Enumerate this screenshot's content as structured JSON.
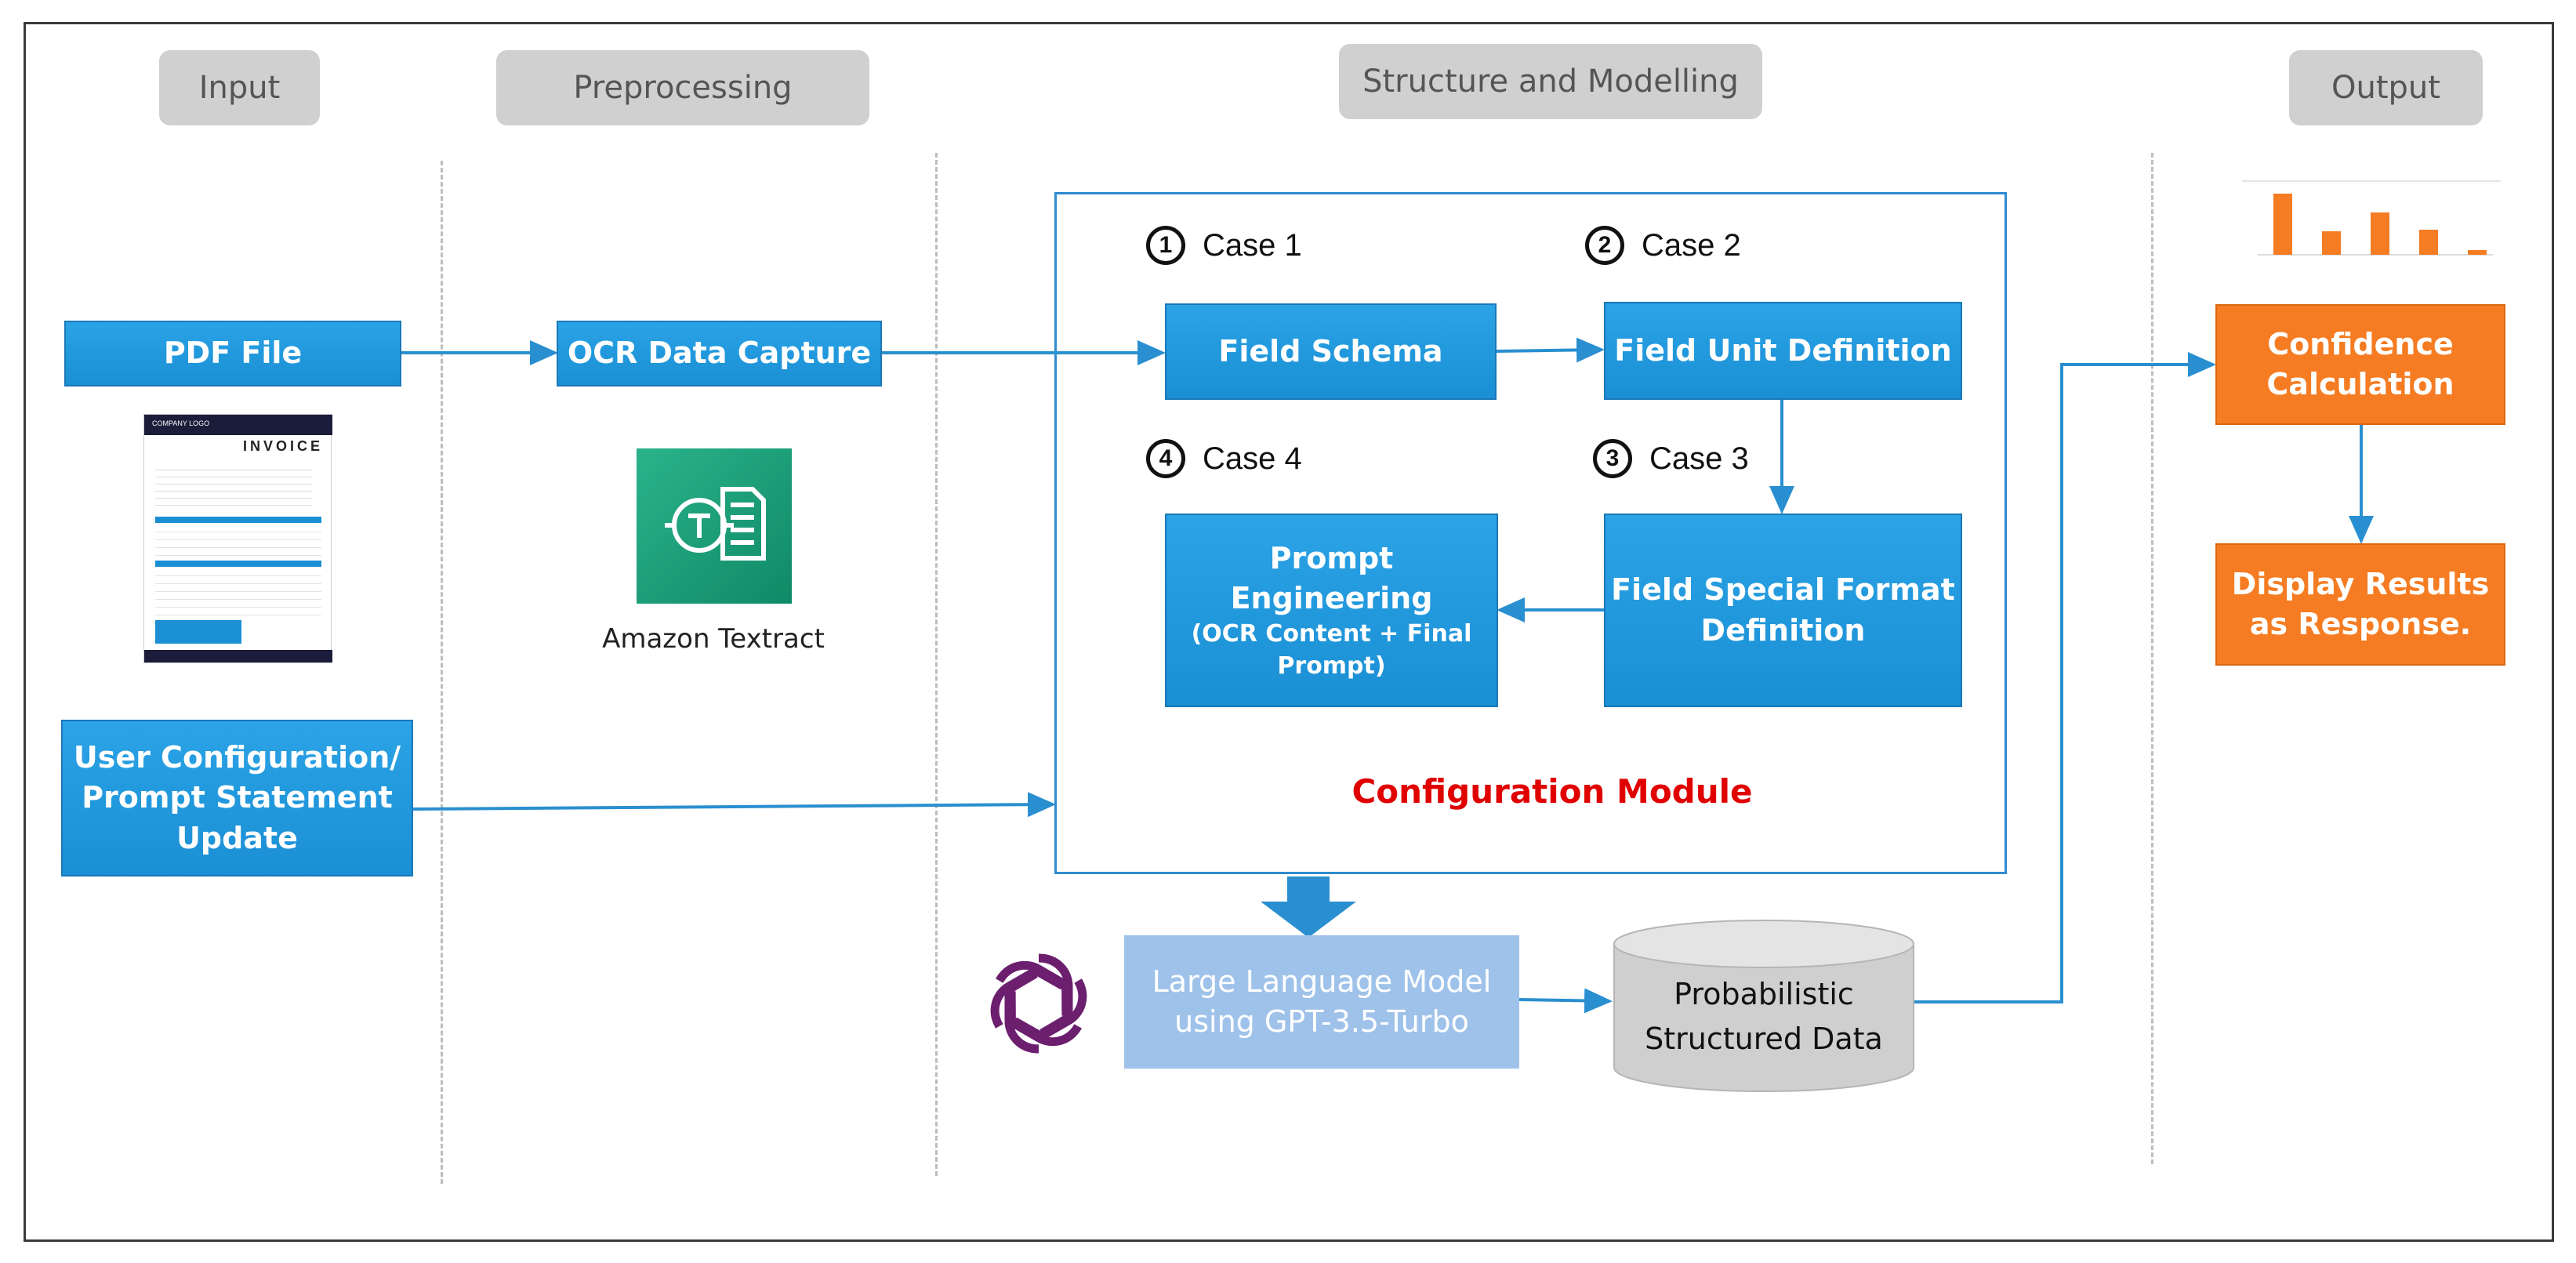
{
  "phases": {
    "input": "Input",
    "preprocessing": "Preprocessing",
    "structure": "Structure and Modelling",
    "output": "Output"
  },
  "nodes": {
    "pdf_file": "PDF File",
    "ocr_capture": "OCR Data Capture",
    "textract_label": "Amazon Textract",
    "user_config_1": "User Configuration/",
    "user_config_2": "Prompt Statement",
    "user_config_3": "Update",
    "field_schema": "Field Schema",
    "field_unit": "Field Unit Definition",
    "special_format_1": "Field Special Format",
    "special_format_2": "Definition",
    "prompt_1": "Prompt",
    "prompt_2": "Engineering",
    "prompt_3": "(OCR Content + Final",
    "prompt_4": "Prompt)",
    "llm_1": "Large Language Model",
    "llm_2": "using GPT-3.5-Turbo",
    "db_1": "Probabilistic",
    "db_2": "Structured Data",
    "confidence_1": "Confidence",
    "confidence_2": "Calculation",
    "display_1": "Display Results",
    "display_2": "as Response."
  },
  "cases": [
    {
      "num": "1",
      "label": "Case 1"
    },
    {
      "num": "2",
      "label": "Case 2"
    },
    {
      "num": "3",
      "label": "Case 3"
    },
    {
      "num": "4",
      "label": "Case 4"
    }
  ],
  "module_title": "Configuration Module",
  "invoice": {
    "logo": "COMPANY LOGO",
    "title": "INVOICE"
  },
  "colors": {
    "blue": "#1b8fd4",
    "orange": "#f57c22",
    "light_blue": "#9fc2ea",
    "module_title": "#e00000",
    "arrow": "#2a8fd0",
    "textract_green": "#1a9c74",
    "openai_purple": "#6b1f6e"
  },
  "icons": [
    "invoice-thumbnail",
    "amazon-textract-icon",
    "openai-logo-icon",
    "bar-chart-thumbnail"
  ]
}
